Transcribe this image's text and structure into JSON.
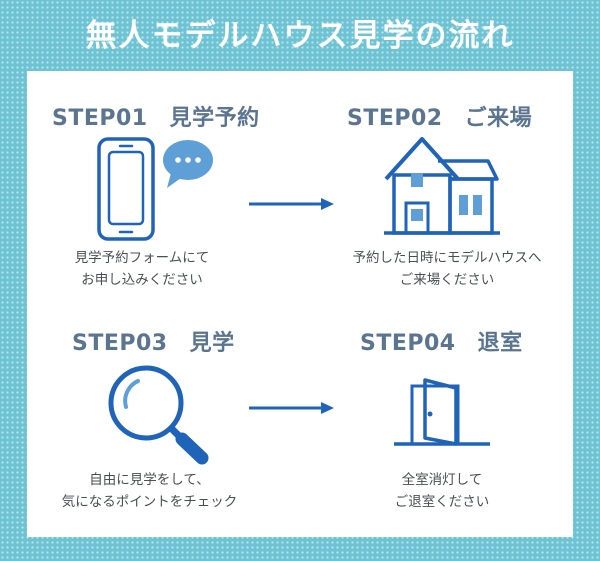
{
  "title": "無人モデルハウス見学の流れ",
  "colors": {
    "background": "#6cc3d3",
    "icon_blue": "#1f64b8",
    "heading": "#5b7590",
    "text": "#4a4f55"
  },
  "steps": [
    {
      "label": "STEP01",
      "name": "見学予約",
      "icon": "smartphone-chat-icon",
      "desc_line1": "見学予約フォームにて",
      "desc_line2": "お申し込みください"
    },
    {
      "label": "STEP02",
      "name": "ご来場",
      "icon": "house-icon",
      "desc_line1": "予約した日時にモデルハウスへ",
      "desc_line2": "ご来場ください"
    },
    {
      "label": "STEP03",
      "name": "見学",
      "icon": "magnifier-icon",
      "desc_line1": "自由に見学をして、",
      "desc_line2": "気になるポイントをチェック"
    },
    {
      "label": "STEP04",
      "name": "退室",
      "icon": "open-door-icon",
      "desc_line1": "全室消灯して",
      "desc_line2": "ご退室ください"
    }
  ]
}
